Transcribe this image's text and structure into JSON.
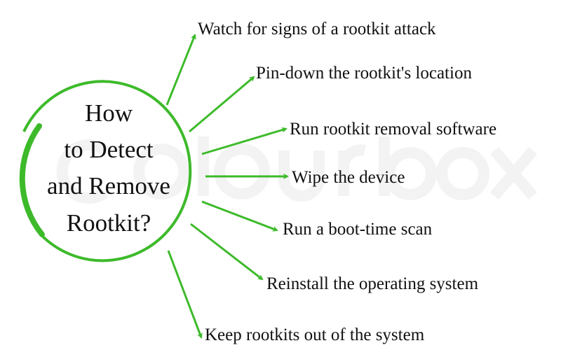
{
  "watermark": "colourbox",
  "center": {
    "lines": [
      "How",
      "to Detect",
      "and Remove",
      "Rootkit?"
    ]
  },
  "items": [
    "Watch for signs of a rootkit attack",
    "Pin-down the rootkit's location",
    "Run rootkit removal software",
    "Wipe the device",
    "Run a boot-time scan",
    "Reinstall the operating system",
    "Keep rootkits out of the system"
  ],
  "colors": {
    "accent": "#3dba2a",
    "text": "#111111"
  }
}
